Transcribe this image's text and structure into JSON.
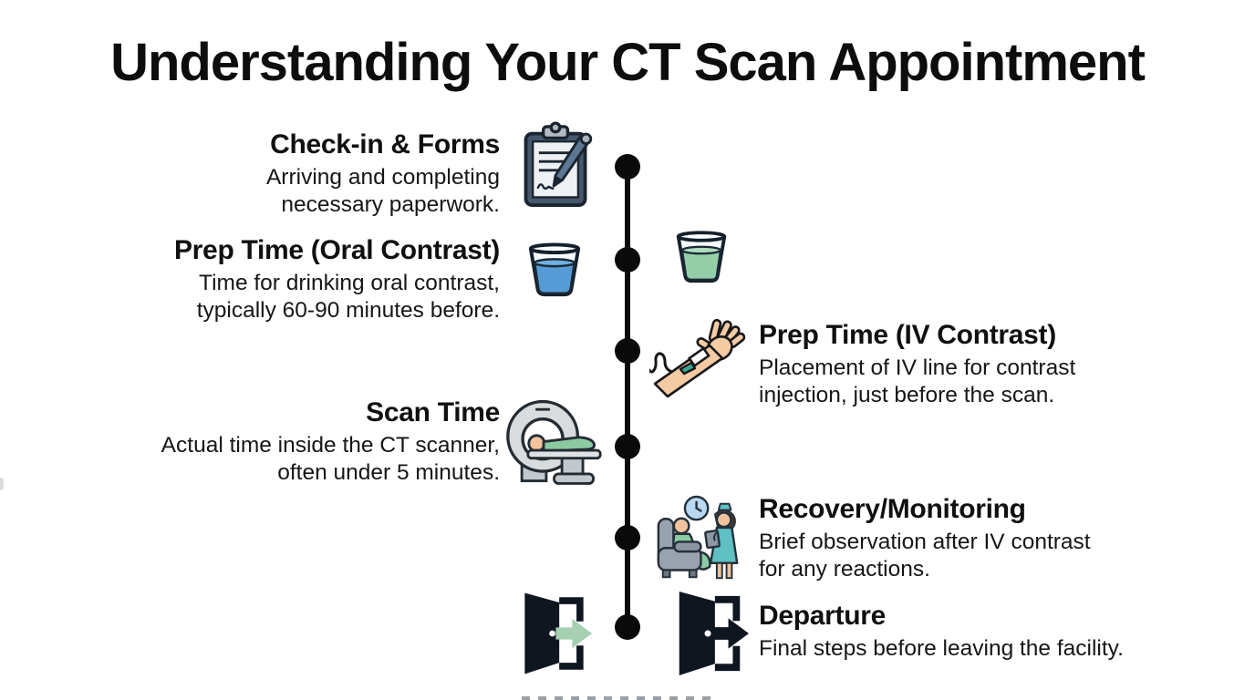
{
  "page": {
    "title": "Understanding Your CT Scan Appointment"
  },
  "timeline": {
    "dot_count": 6,
    "line_color": "#0a0a0a"
  },
  "steps": [
    {
      "id": "check-in-forms",
      "side": "left",
      "title": "Check-in & Forms",
      "description": "Arriving and completing\nnecessary paperwork.",
      "icon": "clipboard-pen-icon"
    },
    {
      "id": "prep-oral-contrast",
      "side": "left",
      "title": "Prep Time (Oral Contrast)",
      "description": "Time for drinking oral contrast,\ntypically 60-90 minutes before.",
      "icon": "oral-contrast-glass-icon",
      "secondary_icon": "contrast-glass-green-icon"
    },
    {
      "id": "prep-iv-contrast",
      "side": "right",
      "title": "Prep Time (IV Contrast)",
      "description": "Placement of IV line for contrast\ninjection, just before the scan.",
      "icon": "iv-arm-icon"
    },
    {
      "id": "scan-time",
      "side": "left",
      "title": "Scan Time",
      "description": "Actual time inside the CT scanner,\noften under 5 minutes.",
      "icon": "ct-scanner-icon"
    },
    {
      "id": "recovery-monitoring",
      "side": "right",
      "title": "Recovery/Monitoring",
      "description": "Brief observation after IV contrast\nfor any reactions.",
      "icon": "recovery-monitoring-icon"
    },
    {
      "id": "departure",
      "side": "right",
      "title": "Departure",
      "description": "Final steps before leaving the facility.",
      "icon": "exit-door-black-arrow-icon",
      "secondary_icon": "exit-door-green-arrow-icon"
    }
  ],
  "colors": {
    "timeline_black": "#0a0a0a",
    "liquid_blue": "#579bd6",
    "liquid_green": "#94cfa8",
    "accent_green_arrow": "#a5d1b2",
    "scrub_teal": "#5fc0c4",
    "skin_tone": "#f5cba4",
    "machine_gray": "#d9dcde",
    "clipboard_slate": "#46586c"
  }
}
